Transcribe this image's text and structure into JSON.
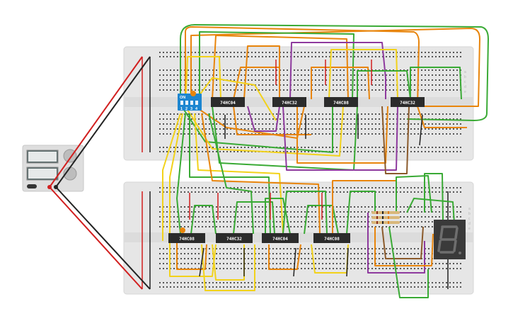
{
  "circuit": {
    "dip_switch": {
      "on_label": "ON",
      "switch_labels": [
        "1",
        "2",
        "3",
        "4"
      ]
    },
    "chips_top": [
      "74HC04",
      "74HC32",
      "74HC08",
      "74HC32"
    ],
    "chips_bottom": [
      "74HC08",
      "74HC32",
      "74HC04",
      "74HC08"
    ],
    "breadboard_row_labels": [
      "a",
      "b",
      "c",
      "d",
      "e",
      "f",
      "g",
      "h",
      "i",
      "j"
    ]
  },
  "colors": {
    "wire_green": "#3aaa35",
    "wire_orange": "#e8850c",
    "wire_yellow": "#f2d21b",
    "wire_purple": "#8e3a9e",
    "wire_red": "#d21f1f",
    "wire_black": "#222222",
    "wire_brown": "#8b5a2b",
    "breadboard": "#e6e6e6",
    "chip_body": "#2b2b2b",
    "dip_body": "#1d86d0",
    "segment_display": "#3a3a3a"
  },
  "icons": {
    "power_supply": "power-supply-icon",
    "seven_segment": "seven-segment-display-icon",
    "resistor": "resistor-icon"
  }
}
